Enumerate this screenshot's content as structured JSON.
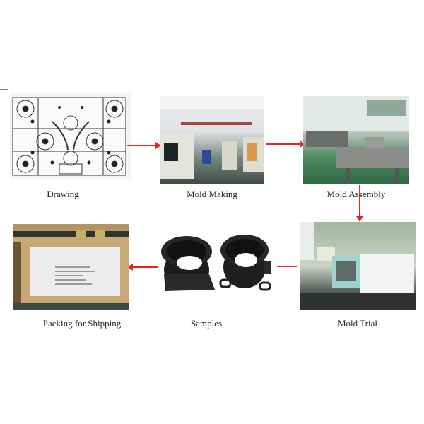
{
  "diagram": {
    "type": "process-flow",
    "steps": [
      {
        "id": "drawing",
        "label": "Drawing",
        "image": "mold-blueprint-drawing"
      },
      {
        "id": "mold-making",
        "label": "Mold Making",
        "image": "cnc-machining-workshop"
      },
      {
        "id": "mold-assembly",
        "label": "Mold Assembly",
        "image": "assembly-workbench"
      },
      {
        "id": "mold-trial",
        "label": "Mold Trial",
        "image": "injection-molding-machine"
      },
      {
        "id": "samples",
        "label": "Samples",
        "image": "black-rubber-sample-parts"
      },
      {
        "id": "packing",
        "label": "Packing for Shipping",
        "image": "wooden-shipping-crate"
      }
    ],
    "connections": [
      {
        "from": "drawing",
        "to": "mold-making",
        "direction": "right"
      },
      {
        "from": "mold-making",
        "to": "mold-assembly",
        "direction": "right"
      },
      {
        "from": "mold-assembly",
        "to": "mold-trial",
        "direction": "down"
      },
      {
        "from": "mold-trial",
        "to": "samples",
        "direction": "left"
      },
      {
        "from": "samples",
        "to": "packing",
        "direction": "left"
      }
    ],
    "colors": {
      "arrow": "#e8231c",
      "text": "#222222",
      "background": "#ffffff"
    }
  }
}
